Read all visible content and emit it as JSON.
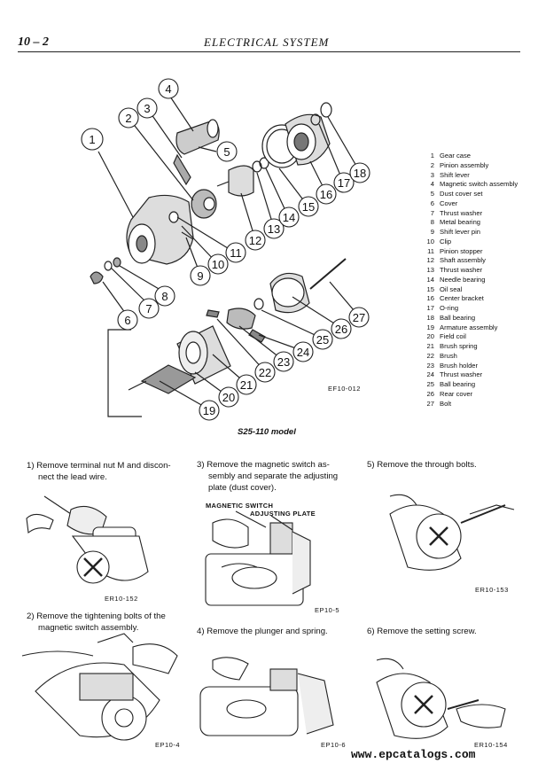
{
  "header": {
    "page_number": "10 – 2",
    "section_title": "ELECTRICAL SYSTEM"
  },
  "main_figure": {
    "figure_code": "EF10-012",
    "model_caption": "S25-110 model",
    "callout_numbers": [
      "1",
      "2",
      "3",
      "4",
      "5",
      "6",
      "7",
      "8",
      "9",
      "10",
      "11",
      "12",
      "13",
      "14",
      "15",
      "16",
      "17",
      "18",
      "19",
      "20",
      "21",
      "22",
      "23",
      "24",
      "25",
      "26",
      "27"
    ]
  },
  "legend": [
    {
      "num": "1",
      "label": "Gear case"
    },
    {
      "num": "2",
      "label": "Pinion assembly"
    },
    {
      "num": "3",
      "label": "Shift lever"
    },
    {
      "num": "4",
      "label": "Magnetic switch assembly"
    },
    {
      "num": "5",
      "label": "Dust cover set"
    },
    {
      "num": "6",
      "label": "Cover"
    },
    {
      "num": "7",
      "label": "Thrust washer"
    },
    {
      "num": "8",
      "label": "Metal bearing"
    },
    {
      "num": "9",
      "label": "Shift lever pin"
    },
    {
      "num": "10",
      "label": "Clip"
    },
    {
      "num": "11",
      "label": "Pinion stopper"
    },
    {
      "num": "12",
      "label": "Shaft assembly"
    },
    {
      "num": "13",
      "label": "Thrust washer"
    },
    {
      "num": "14",
      "label": "Needle bearing"
    },
    {
      "num": "15",
      "label": "Oil seal"
    },
    {
      "num": "16",
      "label": "Center bracket"
    },
    {
      "num": "17",
      "label": "O-ring"
    },
    {
      "num": "18",
      "label": "Ball bearing"
    },
    {
      "num": "19",
      "label": "Armature assembly"
    },
    {
      "num": "20",
      "label": "Field coil"
    },
    {
      "num": "21",
      "label": "Brush spring"
    },
    {
      "num": "22",
      "label": "Brush"
    },
    {
      "num": "23",
      "label": "Brush holder"
    },
    {
      "num": "24",
      "label": "Thrust washer"
    },
    {
      "num": "25",
      "label": "Ball bearing"
    },
    {
      "num": "26",
      "label": "Rear cover"
    },
    {
      "num": "27",
      "label": "Bolt"
    }
  ],
  "steps": [
    {
      "text_line1": "1) Remove terminal nut M and discon-",
      "text_line2": "nect the lead wire.",
      "figure_code": "ER10-152"
    },
    {
      "text_line1": "2) Remove the tightening bolts of the",
      "text_line2": "magnetic switch assembly.",
      "figure_code": "EP10-4"
    },
    {
      "text_line1": "3) Remove the magnetic switch as-",
      "text_line2": "sembly and separate the adjusting",
      "text_line3": "plate (dust cover).",
      "figure_code": "EP10-5",
      "callout_1": "MAGNETIC SWITCH",
      "callout_2": "ADJUSTING PLATE"
    },
    {
      "text_line1": "4) Remove the plunger and spring.",
      "figure_code": "EP10-6"
    },
    {
      "text_line1": "5) Remove the through bolts.",
      "figure_code": "ER10-153"
    },
    {
      "text_line1": "6) Remove the setting screw.",
      "figure_code": "ER10-154"
    }
  ],
  "watermark": "www.epcatalogs.com"
}
